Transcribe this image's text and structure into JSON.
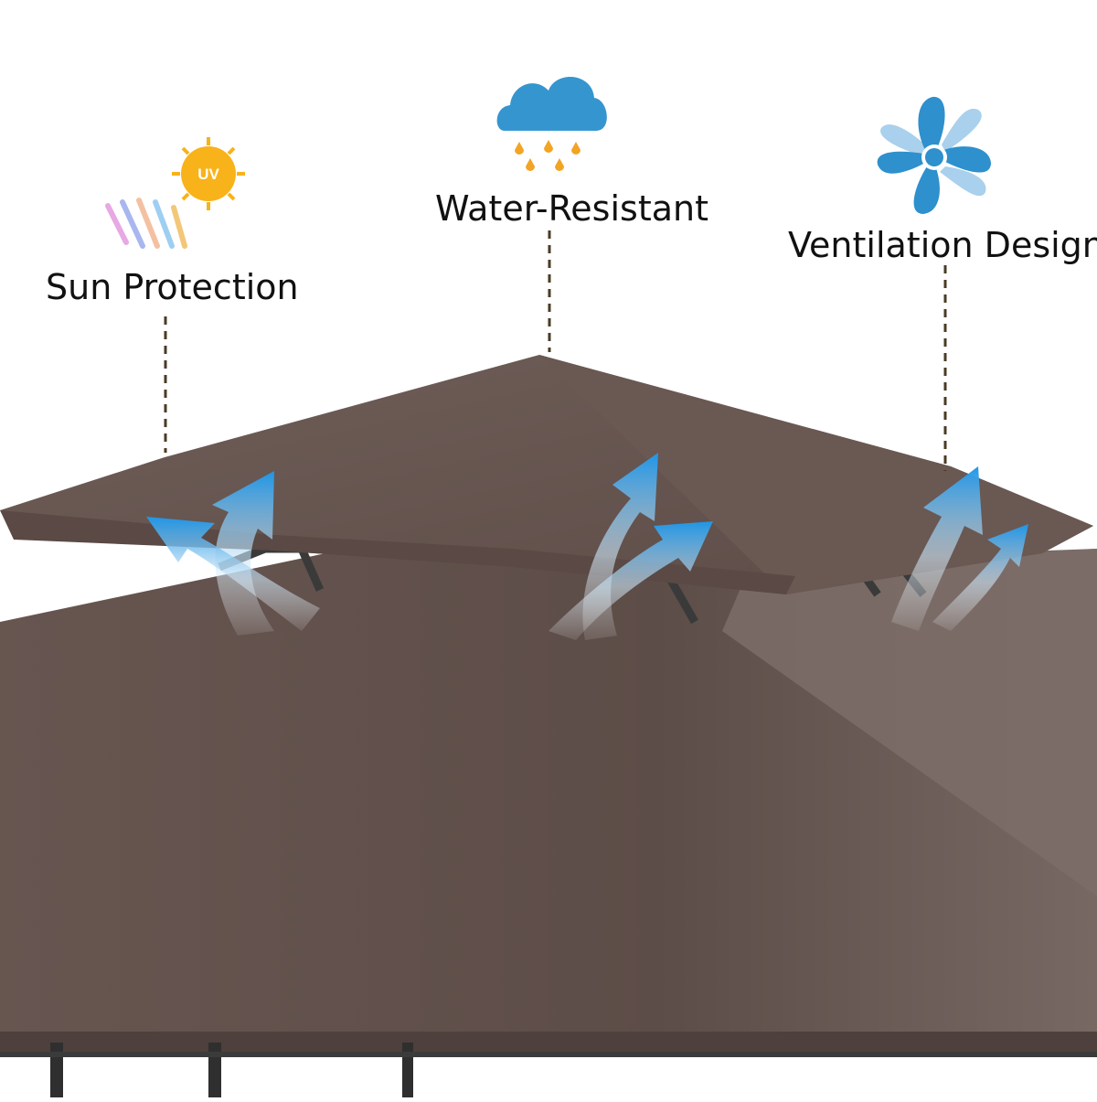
{
  "features": [
    {
      "label": "Sun Protection",
      "icon": "uv-sun-icon",
      "badge": "UV"
    },
    {
      "label": "Water-Resistant",
      "icon": "rain-cloud-icon"
    },
    {
      "label": "Ventilation Design",
      "icon": "fan-icon"
    }
  ],
  "colors": {
    "canopy": "#6a5851",
    "canopy_light": "#7c6b65",
    "frame": "#3a3a3a",
    "arrow": "#2a9be0",
    "cloud": "#3596cf",
    "rain": "#f2a424",
    "sun": "#f8b21a",
    "fan": "#2e90cc",
    "leader_line": "#4a3b25"
  }
}
